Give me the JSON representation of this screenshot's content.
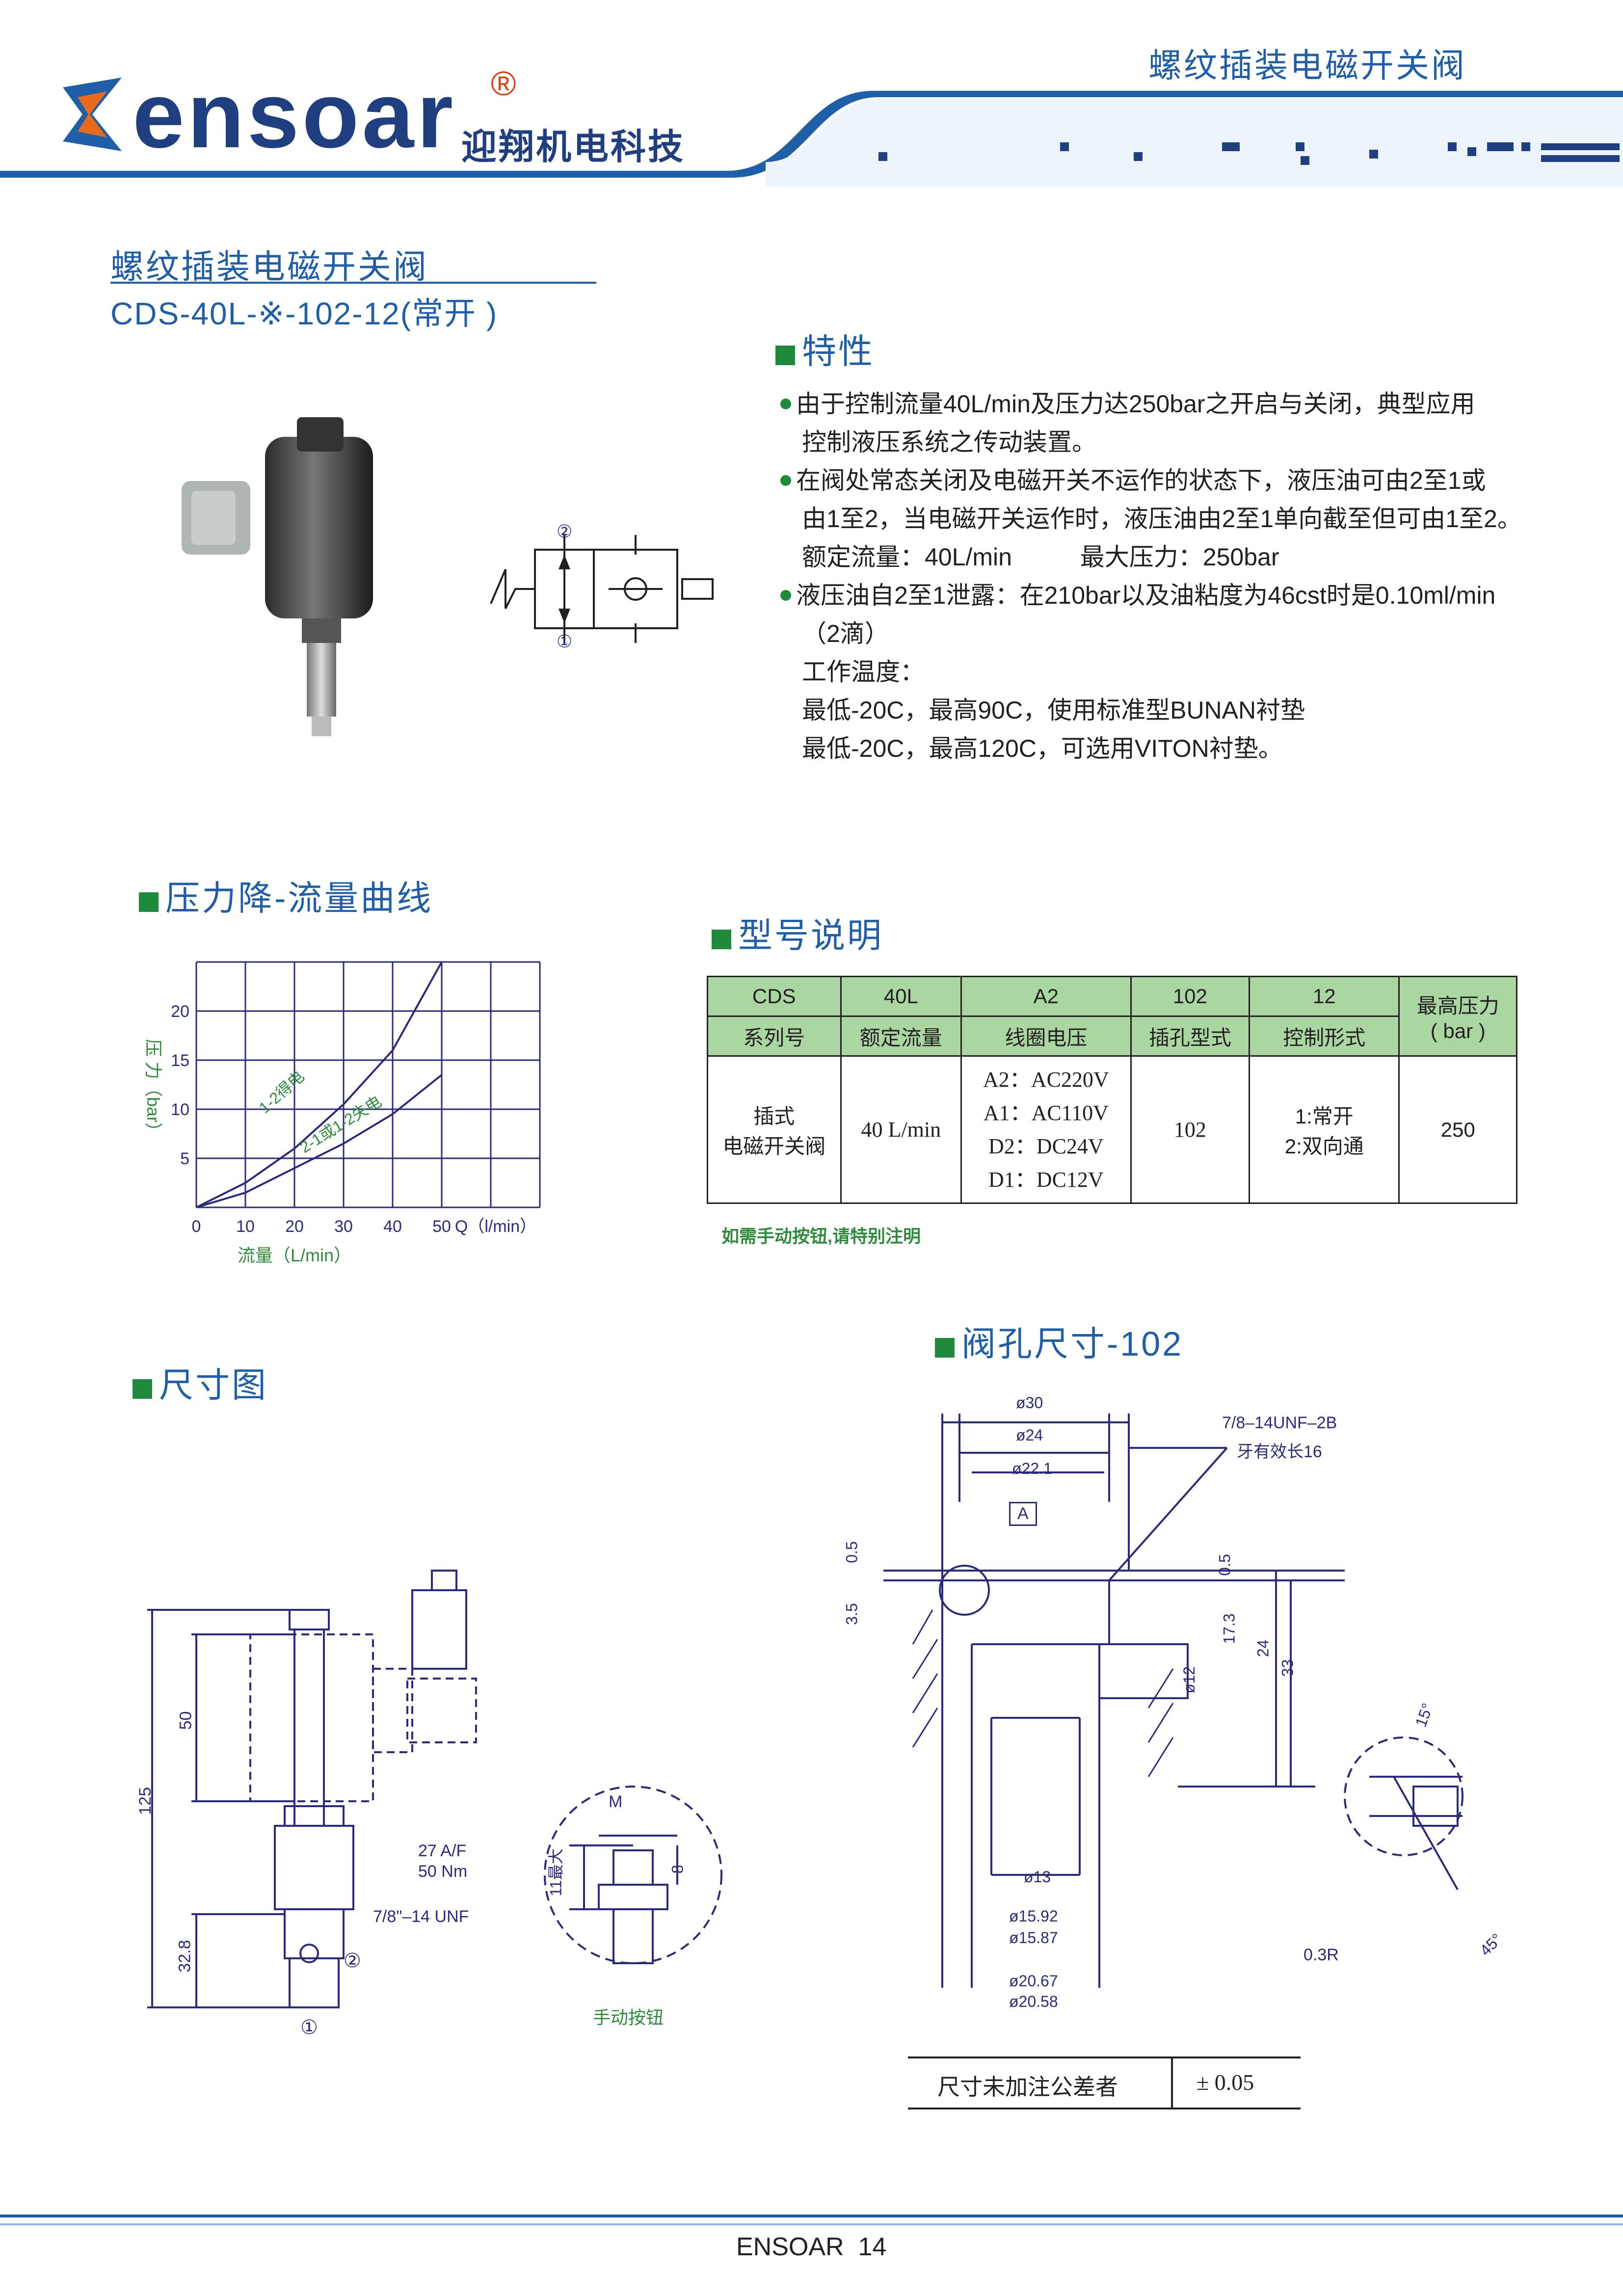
{
  "header": {
    "logo_text": "ensoar",
    "logo_mark": "®",
    "company_cn": "迎翔机电科技",
    "category_title": "螺纹插装电磁开关阀"
  },
  "product": {
    "name_cn": "螺纹插装电磁开关阀",
    "model": "CDS-40L-※-102-12(常开 )"
  },
  "symbol": {
    "port2": "②",
    "port1": "①"
  },
  "features": {
    "title": "特性",
    "lines": [
      "由于控制流量40L/min及压力达250bar之开启与关闭，典型应用",
      "控制液压系统之传动装置。",
      "在阀处常态关闭及电磁开关不运作的状态下，液压油可由2至1或",
      "由1至2，当电磁开关运作时，液压油由2至1单向截至但可由1至2。",
      "额定流量：40L/min          最大压力：250bar",
      "液压油自2至1泄露：在210bar以及油粘度为46cst时是0.10ml/min",
      "（2滴）",
      "工作温度：",
      "最低-20C，最高90C，使用标准型BUNAN衬垫",
      "最低-20C，最高120C，可选用VITON衬垫。"
    ]
  },
  "chart_section": {
    "title": "压力降-流量曲线"
  },
  "chart_data": {
    "type": "line",
    "title": "",
    "xlabel": "流量（L/min）",
    "ylabel": "压 力（bar）",
    "x_unit_label": "Q（l/min）",
    "xlim": [
      0,
      70
    ],
    "ylim": [
      0,
      25
    ],
    "x_ticks": [
      0,
      10,
      20,
      30,
      40,
      50
    ],
    "y_ticks": [
      5,
      10,
      15,
      20
    ],
    "grid": true,
    "series": [
      {
        "name": "1-2得电",
        "x": [
          0,
          10,
          20,
          30,
          40,
          50
        ],
        "y": [
          0,
          2.5,
          6,
          10.5,
          16,
          25
        ]
      },
      {
        "name": "2-1或1-2失电",
        "x": [
          0,
          10,
          20,
          30,
          40,
          50
        ],
        "y": [
          0,
          1.5,
          4,
          6.5,
          9.5,
          13.5
        ]
      }
    ]
  },
  "model_section": {
    "title": "型号说明",
    "row1": [
      "CDS",
      "40L",
      "A2",
      "102",
      "12"
    ],
    "row2": [
      "系列号",
      "额定流量",
      "线圈电压",
      "插孔型式",
      "控制形式"
    ],
    "max_pressure_label_1": "最高压力",
    "max_pressure_label_2": "( bar )",
    "desc_1": "插式",
    "desc_2": "电磁开关阀",
    "flow": "40 L/min",
    "voltages": [
      "A2：AC220V",
      "A1：AC110V",
      "D2：DC24V",
      "D1：DC12V"
    ],
    "cavity": "102",
    "control_1": "1:常开",
    "control_2": "2:双向通",
    "pressure": "250",
    "note": "如需手动按钮,请特别注明"
  },
  "dimension_section": {
    "title": "尺寸图",
    "dim_125": "125",
    "dim_50": "50",
    "dim_32_8": "32.8",
    "hex": "27 A/F",
    "torque": "50 Nm",
    "thread": "7/8\"–14 UNF",
    "port2": "②",
    "port1": "①",
    "manual_m": "M",
    "manual_8": "8",
    "manual_11": "11最大",
    "manual_label": "手动按钮"
  },
  "cavity_section": {
    "title": "阀孔尺寸-102",
    "d30": "ø30",
    "d24": "ø24",
    "d22_1": "ø22.1",
    "thread": "7/8–14UNF–2B",
    "thread_len": "牙有效长16",
    "datum": "A",
    "v0_5_left": "0.5",
    "v3_5": "3.5",
    "v0_5_right": "0.5",
    "v17_3": "17.3",
    "v24": "24",
    "v33": "33",
    "d12": "ø12",
    "d13": "ø13",
    "d15_92": "ø15.92",
    "d15_87": "ø15.87",
    "d20_67": "ø20.67",
    "d20_58": "ø20.58",
    "angle15": "15°",
    "angle45": "45°",
    "radius": "0.3R",
    "tol_label": "尺寸未加注公差者",
    "tol_value": "± 0.05"
  },
  "footer": {
    "text": "ENSOAR  14"
  }
}
